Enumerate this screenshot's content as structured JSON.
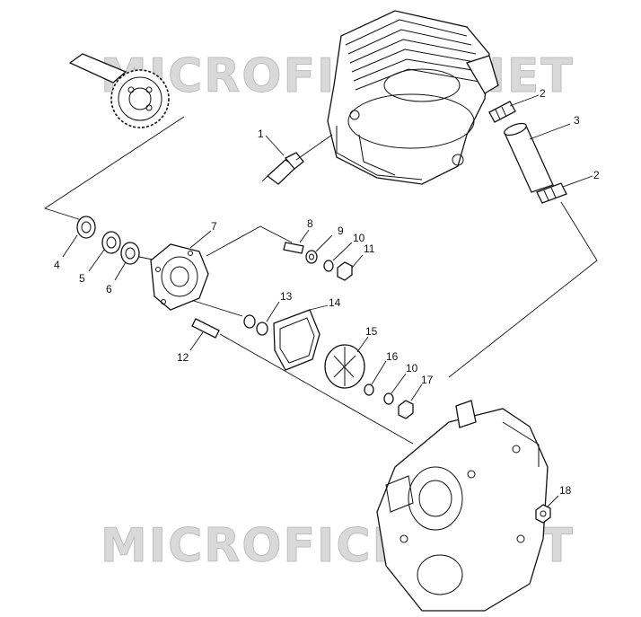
{
  "watermark": {
    "top": "MICROFICHE.NET",
    "bottom": "MICROFICHE.NET"
  },
  "callouts": [
    "1",
    "2",
    "2",
    "3",
    "4",
    "5",
    "6",
    "7",
    "8",
    "9",
    "10",
    "10",
    "11",
    "12",
    "13",
    "14",
    "15",
    "16",
    "17",
    "18"
  ],
  "colors": {
    "line": "#111111",
    "watermark": "#d9d9d9",
    "background": "#ffffff"
  }
}
